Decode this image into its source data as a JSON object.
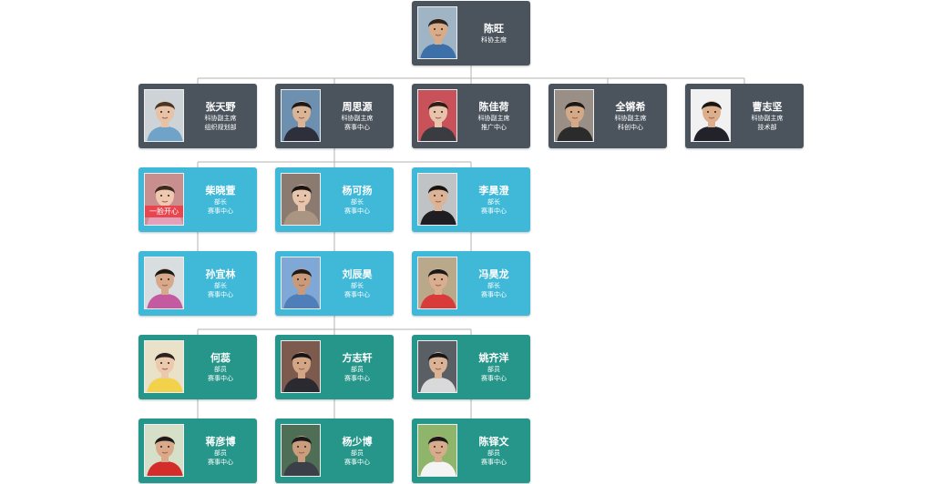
{
  "chart_data": {
    "type": "org-chart",
    "root": {
      "name": "陈旺",
      "title": "科协主席"
    },
    "vice_chairs": [
      {
        "name": "张天野",
        "title": "科协副主席",
        "dept": "组织规划部"
      },
      {
        "name": "周思源",
        "title": "科协副主席",
        "dept": "赛事中心"
      },
      {
        "name": "陈佳荷",
        "title": "科协副主席",
        "dept": "推广中心"
      },
      {
        "name": "全锵希",
        "title": "科协副主席",
        "dept": "科创中心"
      },
      {
        "name": "曹志坚",
        "title": "科协副主席",
        "dept": "技术部"
      }
    ],
    "ministers": [
      {
        "name": "柴晓萱",
        "title": "部长",
        "dept": "赛事中心",
        "photo_tag": "一脸开心"
      },
      {
        "name": "杨可扬",
        "title": "部长",
        "dept": "赛事中心"
      },
      {
        "name": "李昊澄",
        "title": "部长",
        "dept": "赛事中心"
      },
      {
        "name": "孙宜林",
        "title": "部长",
        "dept": "赛事中心"
      },
      {
        "name": "刘辰昊",
        "title": "部长",
        "dept": "赛事中心"
      },
      {
        "name": "冯昊龙",
        "title": "部长",
        "dept": "赛事中心"
      }
    ],
    "members": [
      {
        "name": "何蕊",
        "title": "部员",
        "dept": "赛事中心"
      },
      {
        "name": "方志轩",
        "title": "部员",
        "dept": "赛事中心"
      },
      {
        "name": "姚齐洋",
        "title": "部员",
        "dept": "赛事中心"
      },
      {
        "name": "蒋彦博",
        "title": "部员",
        "dept": "赛事中心"
      },
      {
        "name": "杨少博",
        "title": "部员",
        "dept": "赛事中心"
      },
      {
        "name": "陈铎文",
        "title": "部员",
        "dept": "赛事中心"
      }
    ]
  },
  "colors": {
    "executive": "#4b535c",
    "minister": "#3fb9d7",
    "member": "#27968a",
    "connector": "#b3b3b3"
  },
  "photos": [
    {
      "bg": "#9fb4c4",
      "skin": "#d8ac88",
      "hair": "#2a2420",
      "shirt": "#3d6fa8"
    },
    {
      "bg": "#cdd3d6",
      "skin": "#e8c2a6",
      "hair": "#4a3426",
      "shirt": "#6fa3c7"
    },
    {
      "bg": "#6d8fb0",
      "skin": "#d9b497",
      "hair": "#1f1a18",
      "shirt": "#2d2f3a"
    },
    {
      "bg": "#c9525a",
      "skin": "#e6c3aa",
      "hair": "#2b1d18",
      "shirt": "#3b3b42"
    },
    {
      "bg": "#9a8f86",
      "skin": "#d3a987",
      "hair": "#1c1917",
      "shirt": "#2b2b2b"
    },
    {
      "bg": "#f1f1f1",
      "skin": "#dcae8b",
      "hair": "#151515",
      "shirt": "#22222a"
    },
    {
      "bg": "#c98f8f",
      "skin": "#efc8b0",
      "hair": "#3a2a20",
      "shirt": "#e3a0b8"
    },
    {
      "bg": "#8a7a70",
      "skin": "#e7c5ad",
      "hair": "#181412",
      "shirt": "#a99582"
    },
    {
      "bg": "#bfc3c6",
      "skin": "#dcb394",
      "hair": "#141414",
      "shirt": "#1e1e22"
    },
    {
      "bg": "#d8dde0",
      "skin": "#d7a98a",
      "hair": "#181818",
      "shirt": "#c45ba0"
    },
    {
      "bg": "#7fa8d6",
      "skin": "#c99a7a",
      "hair": "#1d1a18",
      "shirt": "#4e7fb8"
    },
    {
      "bg": "#b9a88a",
      "skin": "#d9ae8e",
      "hair": "#1a1a1a",
      "shirt": "#d93a3a"
    },
    {
      "bg": "#e9e2c8",
      "skin": "#ecc8ac",
      "hair": "#2a2120",
      "shirt": "#f2d24a"
    },
    {
      "bg": "#7d5a4e",
      "skin": "#d2a585",
      "hair": "#161616",
      "shirt": "#2a2a30"
    },
    {
      "bg": "#5a5f66",
      "skin": "#dab396",
      "hair": "#161616",
      "shirt": "#d9d9d9"
    },
    {
      "bg": "#d6e0c8",
      "skin": "#d9a98a",
      "hair": "#1a1a1a",
      "shirt": "#d42b2b"
    },
    {
      "bg": "#4e6f56",
      "skin": "#cc9d7d",
      "hair": "#1a1a1a",
      "shirt": "#3b3f48"
    },
    {
      "bg": "#8fb56a",
      "skin": "#d7ac8c",
      "hair": "#1a1a1a",
      "shirt": "#f4f4f4"
    }
  ]
}
